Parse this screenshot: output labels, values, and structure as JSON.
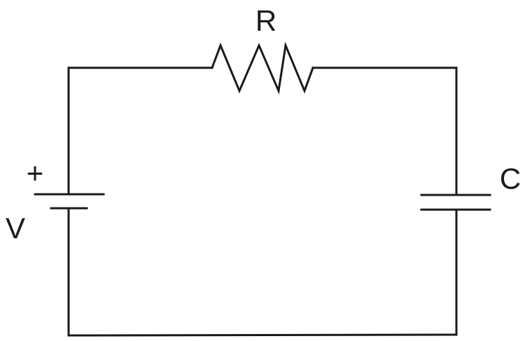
{
  "diagram": {
    "resistor_label": "R",
    "capacitor_label": "C",
    "source_label": "V",
    "polarity_label": "+",
    "wire_color": "#1a1a1a",
    "background_color": "#ffffff",
    "components": [
      "resistor",
      "capacitor",
      "battery"
    ]
  }
}
